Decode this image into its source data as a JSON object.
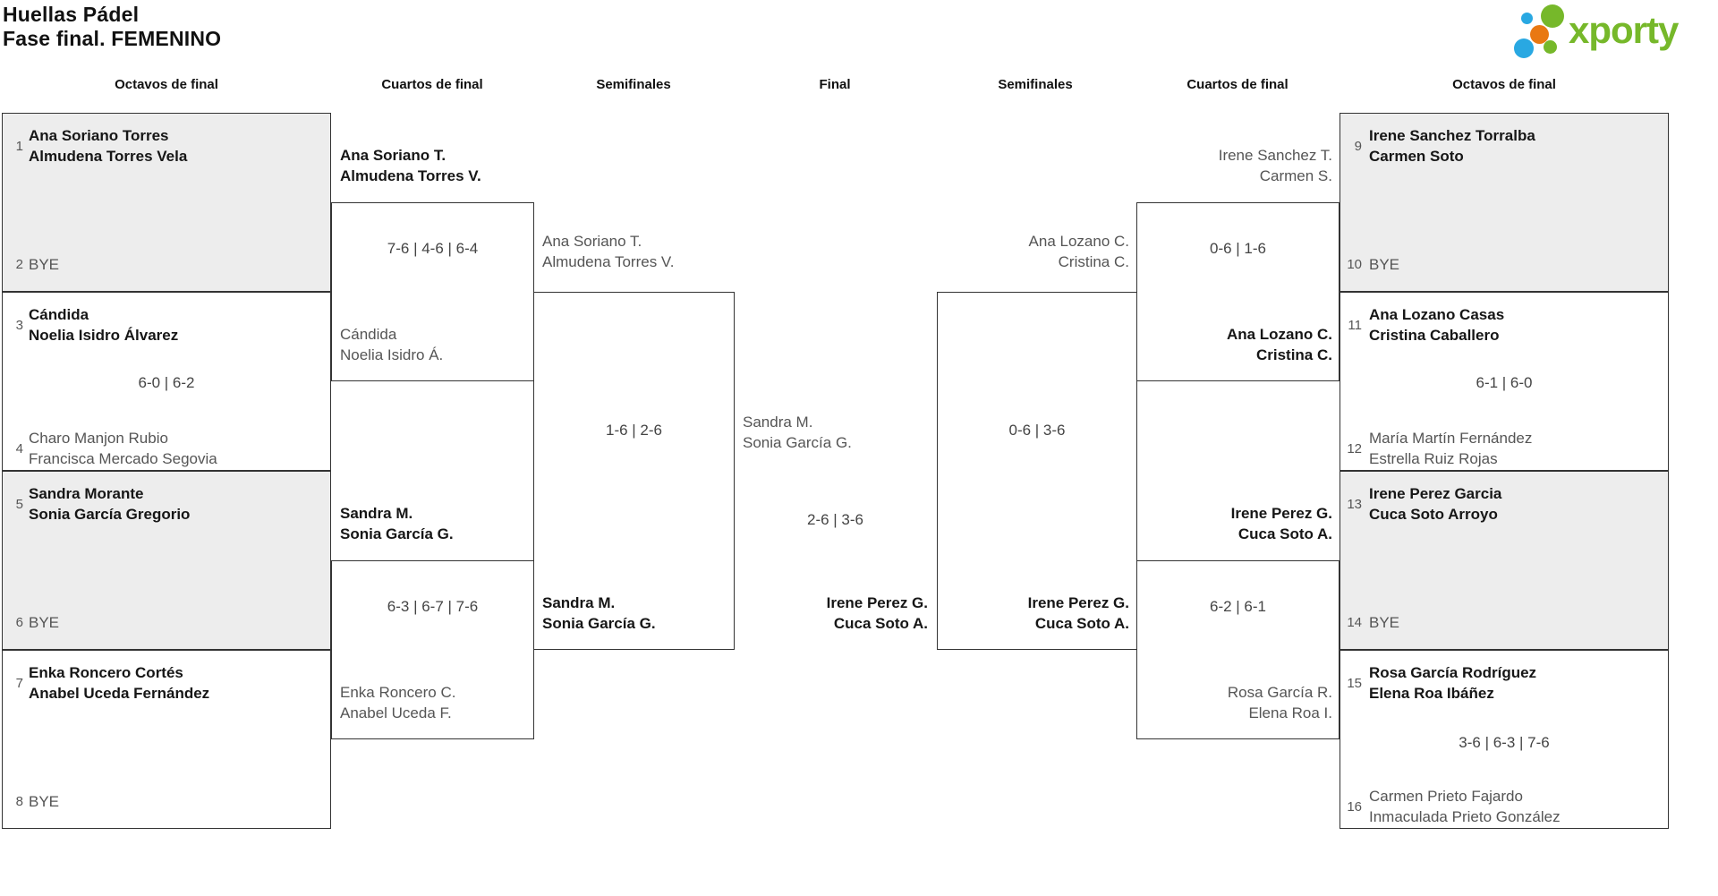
{
  "title": {
    "line1": "Huellas Pádel",
    "line2": "Fase final. FEMENINO"
  },
  "logo": {
    "brand": "xporty"
  },
  "headers": {
    "l_r16": "Octavos de final",
    "l_qf": "Cuartos de final",
    "l_sf": "Semifinales",
    "final": "Final",
    "r_sf": "Semifinales",
    "r_qf": "Cuartos de final",
    "r_r16": "Octavos de final"
  },
  "r16_left": {
    "m1": {
      "seed_a": "1",
      "a1": "Ana Soriano Torres",
      "a2": "Almudena Torres Vela",
      "seed_b": "2",
      "b": "BYE"
    },
    "m2": {
      "seed_a": "3",
      "a1": "Cándida",
      "a2": "Noelia Isidro Álvarez",
      "score": "6-0 | 6-2",
      "seed_b": "4",
      "b1": "Charo Manjon Rubio",
      "b2": "Francisca Mercado Segovia"
    },
    "m3": {
      "seed_a": "5",
      "a1": "Sandra Morante",
      "a2": "Sonia García Gregorio",
      "seed_b": "6",
      "b": "BYE"
    },
    "m4": {
      "seed_a": "7",
      "a1": "Enka Roncero Cortés",
      "a2": "Anabel Uceda Fernández",
      "seed_b": "8",
      "b": "BYE"
    }
  },
  "qf_left": {
    "m1": {
      "a1": "Ana Soriano T.",
      "a2": "Almudena Torres V.",
      "score": "7-6 | 4-6 | 6-4",
      "b1": "Cándida",
      "b2": "Noelia Isidro Á."
    },
    "m2": {
      "a1": "Sandra M.",
      "a2": "Sonia García G.",
      "score": "6-3 | 6-7 | 7-6",
      "b1": "Enka Roncero C.",
      "b2": "Anabel Uceda F."
    }
  },
  "sf_left": {
    "a1": "Ana Soriano T.",
    "a2": "Almudena Torres V.",
    "score": "1-6 | 2-6",
    "w1": "Sandra M.",
    "w2": "Sonia García G."
  },
  "final": {
    "a1": "Sandra M.",
    "a2": "Sonia García G.",
    "score": "2-6 | 3-6",
    "b1": "Irene Perez G.",
    "b2": "Cuca Soto A."
  },
  "sf_right": {
    "a1": "Ana Lozano C.",
    "a2": "Cristina C.",
    "score": "0-6 | 3-6",
    "w1": "Irene Perez G.",
    "w2": "Cuca Soto A."
  },
  "qf_right": {
    "m1": {
      "a1": "Irene Sanchez T.",
      "a2": "Carmen S.",
      "score": "0-6 | 1-6",
      "w1": "Ana Lozano C.",
      "w2": "Cristina C."
    },
    "m2": {
      "a1": "Irene Perez G.",
      "a2": "Cuca Soto A.",
      "score": "6-2 | 6-1",
      "b1": "Rosa García R.",
      "b2": "Elena Roa I."
    }
  },
  "r16_right": {
    "m1": {
      "seed_a": "9",
      "a1": "Irene Sanchez Torralba",
      "a2": "Carmen Soto",
      "seed_b": "10",
      "b": "BYE"
    },
    "m2": {
      "seed_a": "11",
      "a1": "Ana Lozano Casas",
      "a2": "Cristina Caballero",
      "score": "6-1 | 6-0",
      "seed_b": "12",
      "b1": "María Martín Fernández",
      "b2": "Estrella Ruiz Rojas"
    },
    "m3": {
      "seed_a": "13",
      "a1": "Irene Perez Garcia",
      "a2": "Cuca Soto Arroyo",
      "seed_b": "14",
      "b": "BYE"
    },
    "m4": {
      "seed_a": "15",
      "a1": "Rosa García Rodríguez",
      "a2": "Elena Roa Ibáñez",
      "score": "3-6 | 6-3 | 7-6",
      "seed_b": "16",
      "b1": "Carmen Prieto Fajardo",
      "b2": "Inmaculada Prieto González"
    }
  }
}
